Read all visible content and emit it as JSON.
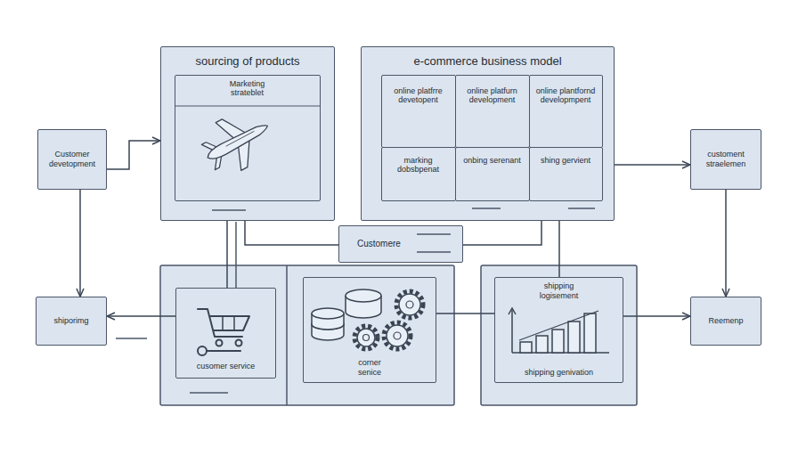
{
  "diagram": {
    "nodes": [
      {
        "text": [
          "sourcing of products"
        ]
      },
      {
        "text": [
          "Marketing strateblet"
        ],
        "in": 0
      },
      {
        "text": [
          "e-commerce business model"
        ]
      },
      {
        "text": [
          "online platfrre devetopent"
        ],
        "in": 2
      },
      {
        "text": [
          "online platfurn development"
        ],
        "in": 2
      },
      {
        "text": [
          "online plantfornd developmpent"
        ],
        "in": 2
      },
      {
        "text": [
          "marking dobsbpenat"
        ],
        "in": 2
      },
      {
        "text": [
          "onbing serenant"
        ],
        "in": 2
      },
      {
        "text": [
          "shing gervient"
        ],
        "in": 2
      },
      {
        "text": [
          "Customer devetopment"
        ]
      },
      {
        "text": [
          "customent straelemen"
        ]
      },
      {
        "text": [
          "Customere"
        ]
      },
      {
        "text": [
          "shiporimg"
        ]
      },
      {
        "text": [
          "cusomer service"
        ]
      },
      {
        "text": [
          "corner senice"
        ]
      },
      {
        "text": [
          "shipping logisement",
          "shipping genivation"
        ]
      },
      {
        "text": [
          "Reemenp"
        ]
      }
    ],
    "edges": [
      {
        "from": 9,
        "to": 0,
        "arrow": "to"
      },
      {
        "from": 2,
        "to": 10,
        "arrow": "to"
      },
      {
        "from": 9,
        "to": 12,
        "arrow": "to"
      },
      {
        "from": 10,
        "to": 16,
        "arrow": "to"
      },
      {
        "from": 13,
        "to": 12,
        "arrow": "to"
      },
      {
        "from": 15,
        "to": 16,
        "arrow": "to"
      },
      {
        "from": 0,
        "to": 13,
        "arrow": "none"
      },
      {
        "from": 11,
        "to": 0,
        "arrow": "none"
      },
      {
        "from": 11,
        "to": 2,
        "arrow": "none"
      },
      {
        "from": 2,
        "to": 15,
        "arrow": "none"
      },
      {
        "from": 14,
        "to": 15,
        "arrow": "none"
      }
    ]
  }
}
